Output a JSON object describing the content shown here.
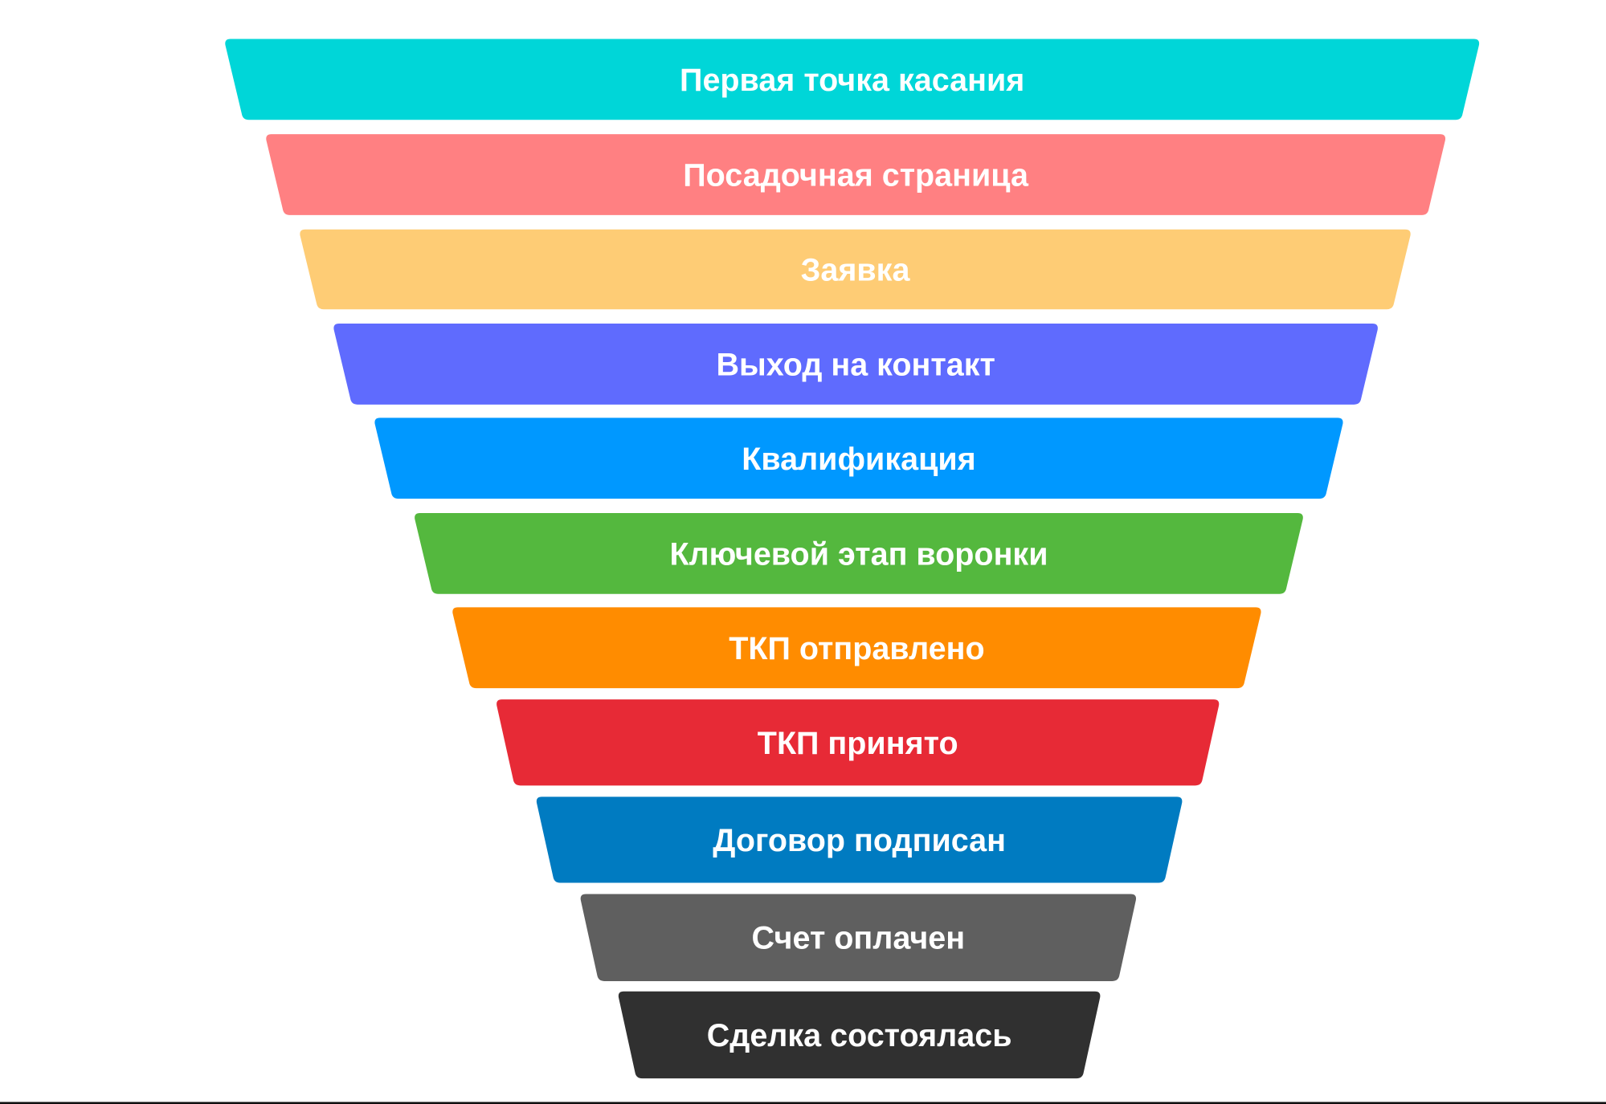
{
  "funnel": {
    "stages": [
      {
        "label": "Первая точка касания",
        "color": "#00D6D8"
      },
      {
        "label": "Посадочная страница",
        "color": "#FF8082"
      },
      {
        "label": "Заявка",
        "color": "#FECC75"
      },
      {
        "label": "Выход на контакт",
        "color": "#5F6BFE"
      },
      {
        "label": "Квалификация",
        "color": "#0098FF"
      },
      {
        "label": "Ключевой этап воронки",
        "color": "#54B83E"
      },
      {
        "label": "ТКП отправлено",
        "color": "#FF8C00"
      },
      {
        "label": "ТКП принято",
        "color": "#E72A36"
      },
      {
        "label": "Договор подписан",
        "color": "#007BC1"
      },
      {
        "label": "Счет оплачен",
        "color": "#5F5F5F"
      },
      {
        "label": "Сделка состоялась",
        "color": "#303030"
      }
    ]
  }
}
